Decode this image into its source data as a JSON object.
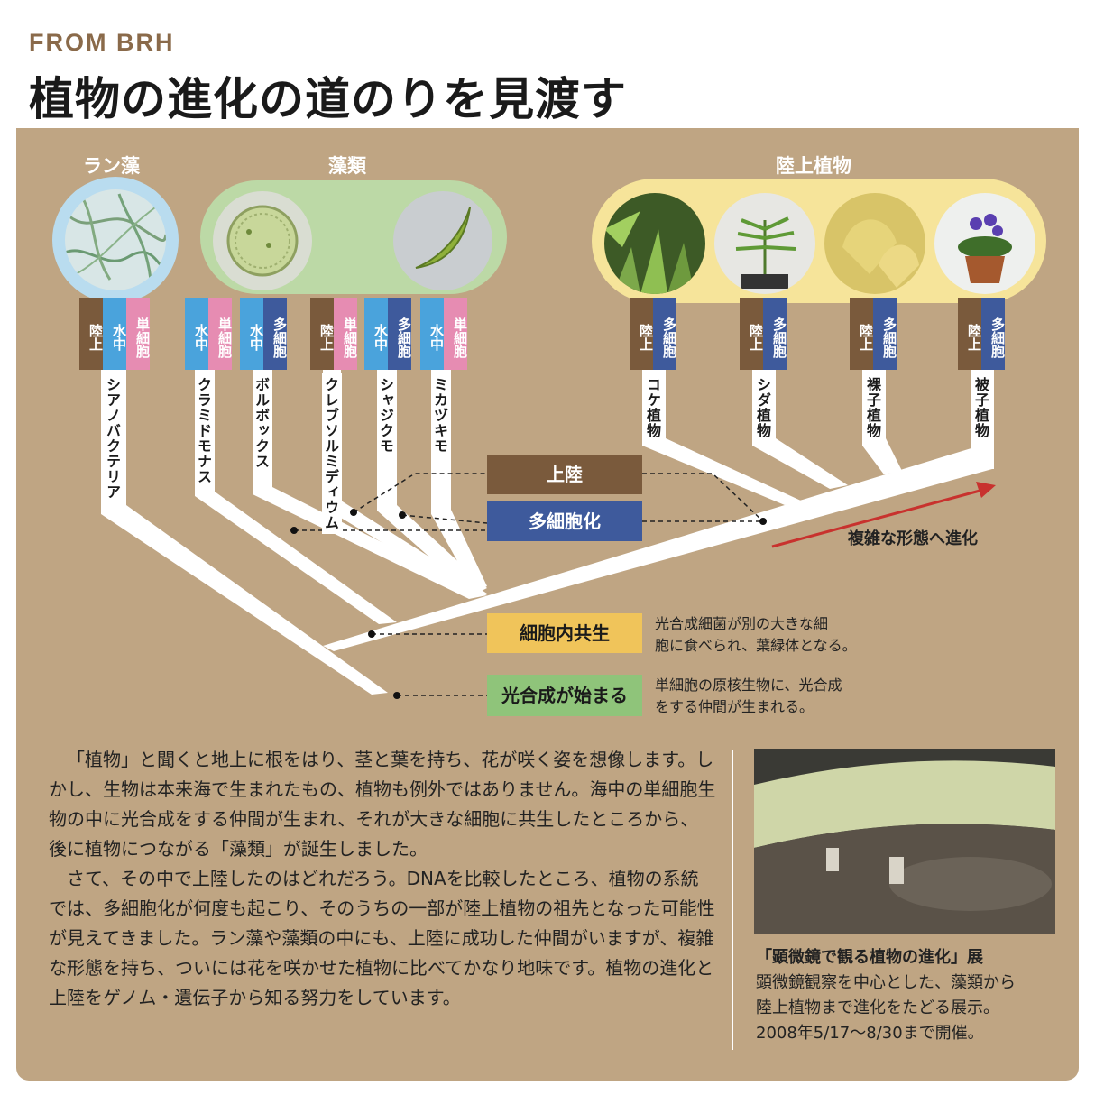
{
  "header": {
    "kicker": "FROM BRH",
    "title": "植物の進化の道のりを見渡す"
  },
  "diagram": {
    "groups": [
      {
        "label": "ラン藻"
      },
      {
        "label": "藻類"
      },
      {
        "label": "陸上植物"
      }
    ],
    "organisms": [
      {
        "name": "シアノバクテリア",
        "tags": [
          "陸上",
          "水中",
          "単細胞"
        ]
      },
      {
        "name": "クラミドモナス",
        "tags": [
          "水中",
          "単細胞"
        ]
      },
      {
        "name": "ボルボックス",
        "tags": [
          "水中",
          "多細胞"
        ]
      },
      {
        "name": "クレブソルミディウム",
        "tags": [
          "陸上",
          "単細胞"
        ]
      },
      {
        "name": "シャジクモ",
        "tags": [
          "水中",
          "多細胞"
        ]
      },
      {
        "name": "ミカヅキモ",
        "tags": [
          "水中",
          "単細胞"
        ]
      },
      {
        "name": "コケ植物",
        "tags": [
          "陸上",
          "多細胞"
        ]
      },
      {
        "name": "シダ植物",
        "tags": [
          "陸上",
          "多細胞"
        ]
      },
      {
        "name": "裸子植物",
        "tags": [
          "陸上",
          "多細胞"
        ]
      },
      {
        "name": "被子植物",
        "tags": [
          "陸上",
          "多細胞"
        ]
      }
    ],
    "events": {
      "land": "上陸",
      "multicell": "多細胞化",
      "endosymbiosis": "細胞内共生",
      "photosynthesis": "光合成が始まる"
    },
    "arrow_label": "複雑な形態へ進化",
    "notes": {
      "endosymbiosis": [
        "光合成細菌が別の大きな細",
        "胞に食べられ、葉緑体となる。"
      ],
      "photosynthesis": [
        "単細胞の原核生物に、光合成",
        "をする仲間が生まれる。"
      ]
    },
    "colors": {
      "panel": "#bfa583",
      "land": "#7a5a3c",
      "water": "#4aa3dc",
      "single": "#e68cb2",
      "multi": "#3e5a9c",
      "endosymbiosis": "#f0c45a",
      "photosynthesis": "#8fc47a",
      "arrow": "#c8322e"
    }
  },
  "body": {
    "paragraphs": [
      "「植物」と聞くと地上に根をはり、茎と葉を持ち、花が咲く姿を想像します。しかし、生物は本来海で生まれたもの、植物も例外ではありません。海中の単細胞生物の中に光合成をする仲間が生まれ、それが大きな細胞に共生したところから、後に植物につながる「藻類」が誕生しました。",
      "さて、その中で上陸したのはどれだろう。DNAを比較したところ、植物の系統では、多細胞化が何度も起こり、そのうちの一部が陸上植物の祖先となった可能性が見えてきました。ラン藻や藻類の中にも、上陸に成功した仲間がいますが、複雑な形態を持ち、ついには花を咲かせた植物に比べてかなり地味です。植物の進化と上陸をゲノム・遺伝子から知る努力をしています。"
    ]
  },
  "caption": {
    "title": "「顕微鏡で観る植物の進化」展",
    "lines": [
      "顕微鏡観察を中心とした、藻類から",
      "陸上植物まで進化をたどる展示。",
      "2008年5/17〜8/30まで開催。"
    ]
  }
}
